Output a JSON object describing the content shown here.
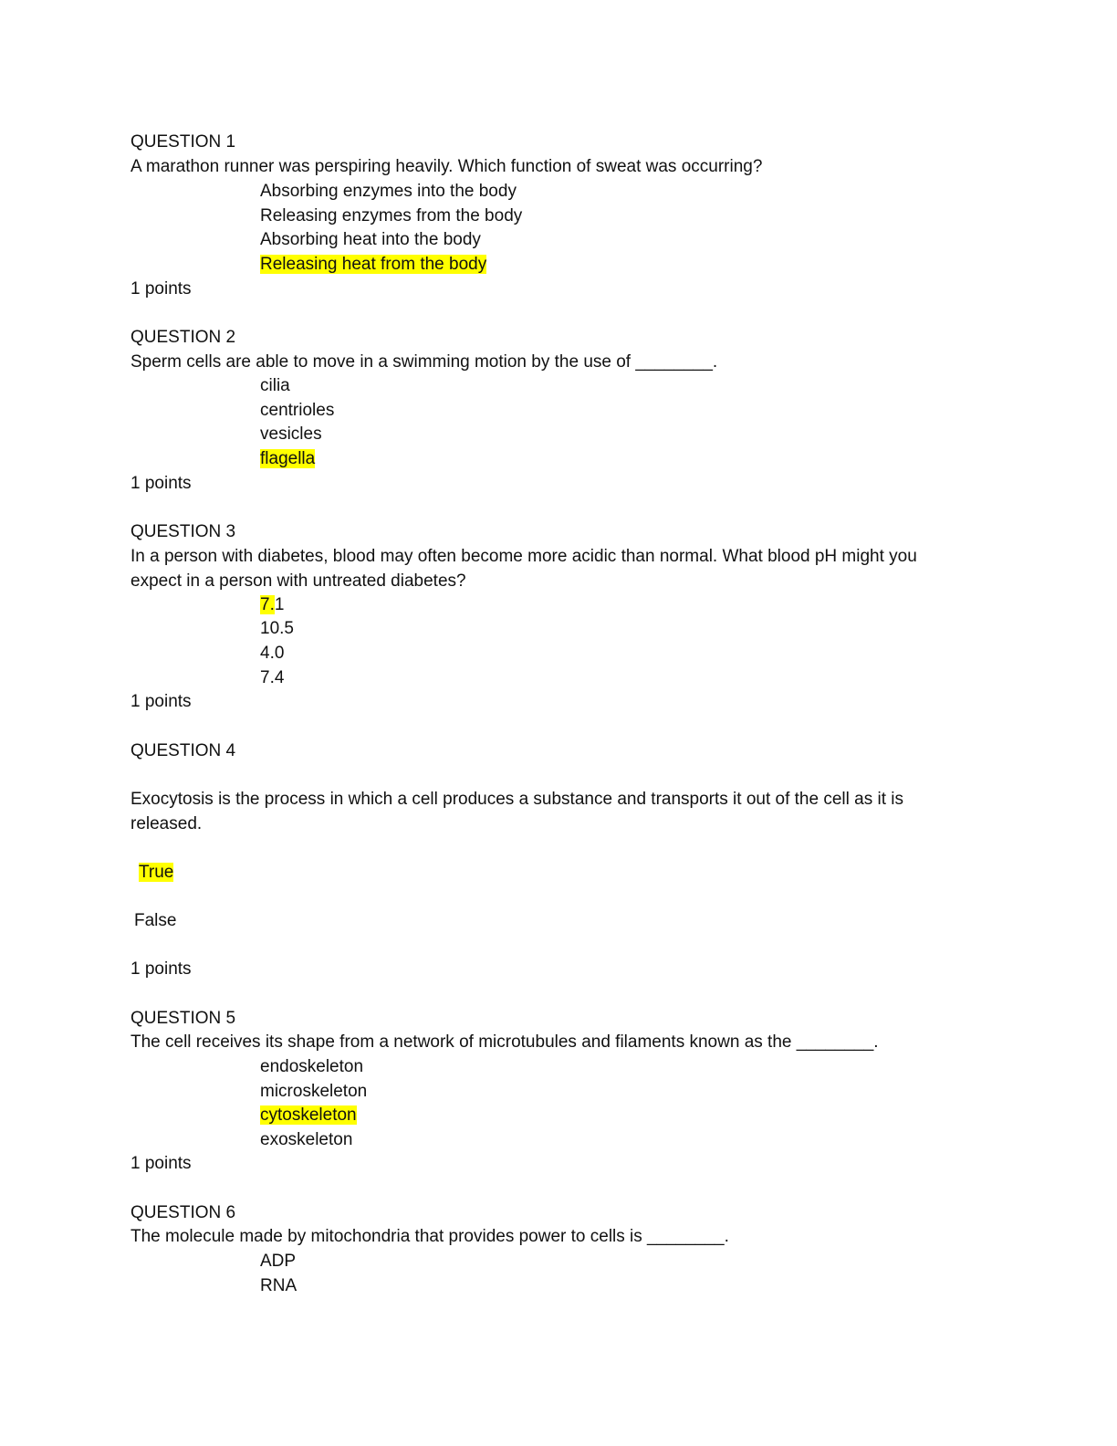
{
  "questions": [
    {
      "heading": "QUESTION 1",
      "prompt": "A marathon runner was perspiring heavily. Which function of sweat was occurring?",
      "options": [
        "Absorbing enzymes into the body",
        "Releasing enzymes from the body",
        "Absorbing heat into the body",
        "Releasing heat from the body"
      ],
      "highlighted_option": "Releasing heat from the body",
      "points": "1 points"
    },
    {
      "heading": "QUESTION 2",
      "prompt": "Sperm cells are able to move in a swimming motion by the use of ________.",
      "options": [
        "cilia",
        "centrioles",
        "vesicles",
        "flagella"
      ],
      "highlighted_option": "flagella",
      "points": "1 points"
    },
    {
      "heading": "QUESTION 3",
      "prompt_lines": [
        "In a person with diabetes, blood may often become more acidic than normal. What blood pH might you",
        "expect in a person with untreated diabetes?"
      ],
      "options": [
        "7.1",
        "10.5",
        "4.0",
        "7.4"
      ],
      "first_option_highlight_part": "7.",
      "first_option_rest": "1",
      "points": "1 points"
    },
    {
      "heading": "QUESTION 4",
      "prompt_lines": [
        "Exocytosis is the process in which a cell produces a substance and transports it out of the cell as it is",
        "released."
      ],
      "options": [
        "True",
        "False"
      ],
      "highlighted_option": "True",
      "points": "1 points"
    },
    {
      "heading": "QUESTION 5",
      "prompt": "The cell receives its shape from a network of microtubules and filaments known as the ________.",
      "options": [
        "endoskeleton",
        "microskeleton",
        "cytoskeleton",
        "exoskeleton"
      ],
      "highlighted_option": "cytoskeleton",
      "points": "1 points"
    },
    {
      "heading": "QUESTION 6",
      "prompt": "The molecule made by mitochondria that provides power to cells is ________.",
      "options": [
        "ADP",
        "RNA"
      ]
    }
  ],
  "colors": {
    "highlight": "#ffff00",
    "text": "#111111"
  }
}
